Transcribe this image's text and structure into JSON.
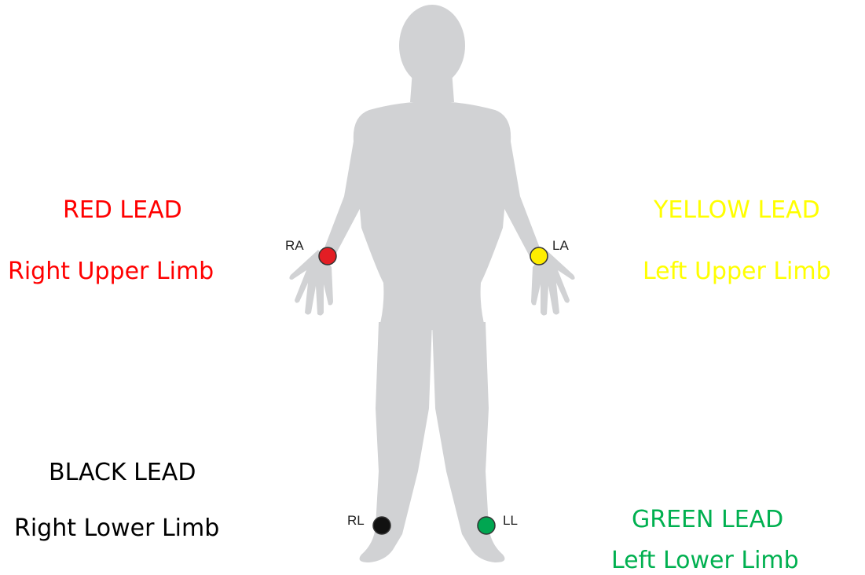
{
  "colors": {
    "red": "#ff0000",
    "yellow": "#ffff00",
    "black": "#000000",
    "green": "#00b050",
    "body": "#d1d2d4"
  },
  "leads": {
    "red": {
      "title": "RED LEAD",
      "limb": "Right Upper Limb",
      "code": "RA"
    },
    "yellow": {
      "title": "YELLOW LEAD",
      "limb": "Left Upper Limb",
      "code": "LA"
    },
    "black": {
      "title": "BLACK LEAD",
      "limb": "Right Lower Limb",
      "code": "RL"
    },
    "green": {
      "title": "GREEN LEAD",
      "limb": "Left Lower Limb",
      "code": "LL"
    }
  }
}
